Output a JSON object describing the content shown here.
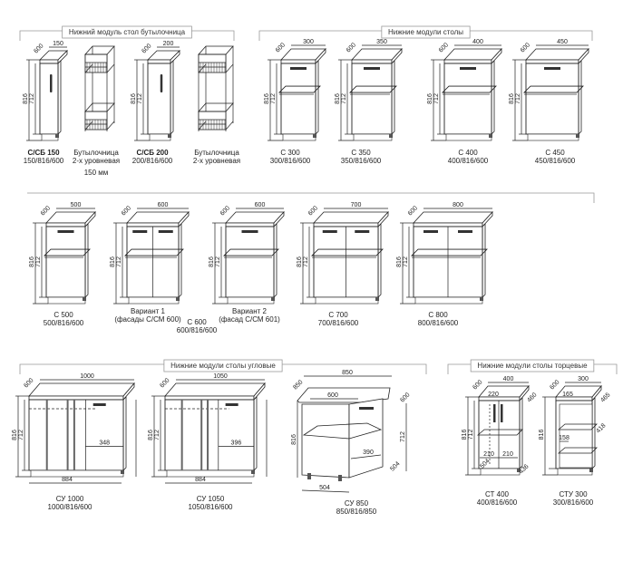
{
  "sections": {
    "bottle": "Нижний модуль стол бутылочница",
    "tables": "Нижние модули столы",
    "corner": "Нижние модули столы угловые",
    "end": "Нижние модули столы торцевые"
  },
  "modules": {
    "csb150": {
      "name": "С/СБ 150",
      "size": "150/816/600",
      "width": "150",
      "depth": "600",
      "h_total": "816",
      "h_body": "712"
    },
    "basket150": {
      "name": "Бутылочница",
      "note": "2-х уровневая",
      "note2": "150 мм"
    },
    "csb200": {
      "name": "С/СБ 200",
      "size": "200/816/600",
      "width": "200",
      "depth": "600",
      "h_total": "816",
      "h_body": "712"
    },
    "basket200": {
      "name": "Бутылочница",
      "note": "2-х уровневая"
    },
    "c300": {
      "name": "С 300",
      "size": "300/816/600",
      "width": "300",
      "depth": "600",
      "h_total": "816",
      "h_body": "712"
    },
    "c350": {
      "name": "С 350",
      "size": "350/816/600",
      "width": "350",
      "depth": "600",
      "h_total": "816",
      "h_body": "712"
    },
    "c400": {
      "name": "С 400",
      "size": "400/816/600",
      "width": "400",
      "depth": "600",
      "h_total": "816",
      "h_body": "712"
    },
    "c450": {
      "name": "С 450",
      "size": "450/816/600",
      "width": "450",
      "depth": "600",
      "h_total": "816",
      "h_body": "712"
    },
    "c500": {
      "name": "С 500",
      "size": "500/816/600",
      "width": "500",
      "depth": "600",
      "h_total": "816",
      "h_body": "712"
    },
    "c600v1": {
      "name": "Вариант 1",
      "note": "(фасады С/СМ 600)",
      "width": "600",
      "depth": "600",
      "h_total": "816",
      "h_body": "712"
    },
    "c600": {
      "name": "С 600",
      "size": "600/816/600"
    },
    "c600v2": {
      "name": "Вариант 2",
      "note": "(фасад С/СМ 601)",
      "width": "600",
      "depth": "600",
      "h_total": "816",
      "h_body": "712"
    },
    "c700": {
      "name": "С 700",
      "size": "700/816/600",
      "width": "700",
      "depth": "600",
      "h_total": "816",
      "h_body": "712"
    },
    "c800": {
      "name": "С 800",
      "size": "800/816/600",
      "width": "800",
      "depth": "600",
      "h_total": "816",
      "h_body": "712"
    },
    "cu1000": {
      "name": "СУ 1000",
      "size": "1000/816/600",
      "width": "1000",
      "depth": "600",
      "h_total": "816",
      "h_body": "712",
      "inner": "348",
      "bottom": "884"
    },
    "cu1050": {
      "name": "СУ 1050",
      "size": "1050/816/600",
      "width": "1050",
      "depth": "600",
      "h_total": "816",
      "h_body": "712",
      "inner": "396",
      "bottom": "884"
    },
    "cu850": {
      "name": "СУ 850",
      "size": "850/816/850",
      "width": "850",
      "depth": "850",
      "h_total": "816",
      "h_body": "712",
      "inner_top": "600",
      "right_depth": "600",
      "inner": "390",
      "bottom": "504",
      "right_bottom": "504"
    },
    "ct400": {
      "name": "СТ 400",
      "size": "400/816/600",
      "width": "400",
      "depth": "600",
      "h_total": "816",
      "h_body": "712",
      "top_inner": "220",
      "right_top": "460",
      "left_bottom": "210",
      "right_bottom": "210",
      "diag": "504",
      "right_low": "436"
    },
    "ctu300": {
      "name": "СТУ 300",
      "size": "300/816/600",
      "width": "300",
      "depth": "600",
      "h_total": "816",
      "top_inner": "165",
      "right_top": "465",
      "right_mid": "418",
      "shelf": "158"
    }
  }
}
